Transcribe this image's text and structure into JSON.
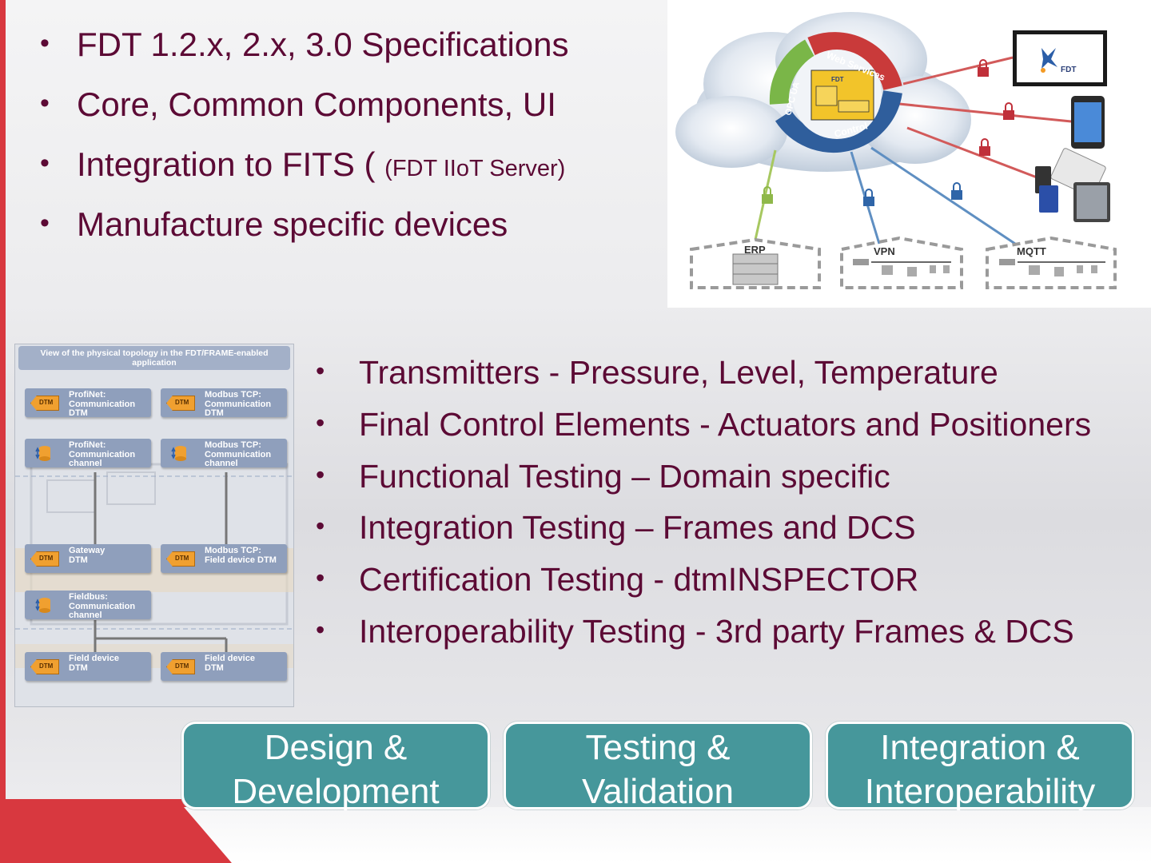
{
  "top_bullets": [
    {
      "text": "FDT 1.2.x, 2.x, 3.0 Specifications"
    },
    {
      "text": "Core, Common Components, UI"
    },
    {
      "text": "Integration to FITS ( ",
      "small": "(FDT IIoT Server)"
    },
    {
      "text": "Manufacture specific devices"
    }
  ],
  "middle_bullets": [
    "Transmitters - Pressure, Level, Temperature",
    "Final Control Elements - Actuators and Positioners",
    "Functional Testing – Domain specific",
    "Integration Testing – Frames and DCS",
    "Certification Testing - dtmINSPECTOR",
    "Interoperability Testing  - 3rd party Frames & DCS"
  ],
  "cloud": {
    "ring_labels": {
      "left": "OPC UA",
      "top": "Web Services",
      "bottom": "Control"
    },
    "center_logo": "FDT",
    "screen_logo": "FDT",
    "zones": [
      "ERP",
      "VPN",
      "MQTT"
    ]
  },
  "topology": {
    "header": "View of the physical topology in the FDT/FRAME-enabled application",
    "tag_label": "DTM",
    "boxes": [
      {
        "label": "ProfiNet:\nCommunication\nDTM",
        "icon": "dtm-tag-icon"
      },
      {
        "label": "Modbus TCP:\nCommunication\nDTM",
        "icon": "dtm-tag-icon"
      },
      {
        "label": "ProfiNet:\nCommunication\nchannel",
        "icon": "channel-icon"
      },
      {
        "label": "Modbus TCP:\nCommunication\nchannel",
        "icon": "channel-icon"
      },
      {
        "label": "Gateway\nDTM",
        "icon": "dtm-tag-icon"
      },
      {
        "label": "Modbus TCP:\nField device DTM",
        "icon": "dtm-tag-icon"
      },
      {
        "label": "Fieldbus:\nCommunication\nchannel",
        "icon": "channel-icon"
      },
      {
        "label": "Field device\nDTM",
        "icon": "dtm-tag-icon"
      },
      {
        "label": "Field device\nDTM",
        "icon": "dtm-tag-icon"
      }
    ]
  },
  "buttons": [
    {
      "line1": "Design &",
      "line2": "Development"
    },
    {
      "line1": "Testing &",
      "line2": "Validation"
    },
    {
      "line1": "Integration &",
      "line2": "Interoperability"
    }
  ],
  "colors": {
    "bullet_text": "#5c0a35",
    "accent_red": "#d8383f",
    "button_teal": "#46979b"
  }
}
